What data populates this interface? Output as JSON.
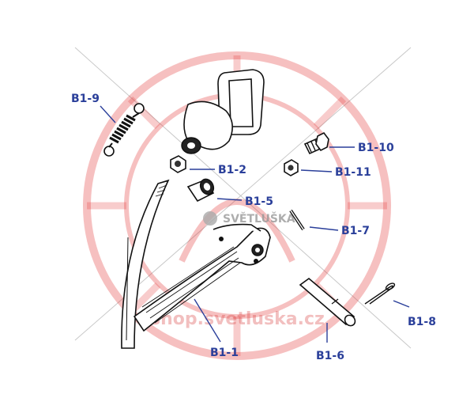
{
  "watermark": {
    "brand": "SVĚTLUŠKA",
    "url": "shop.svetluska.cz",
    "color": "#e43a3a"
  },
  "label_color": "#2a3f9a",
  "parts": {
    "b1_1": "B1-1",
    "b1_2": "B1-2",
    "b1_5": "B1-5",
    "b1_6": "B1-6",
    "b1_7": "B1-7",
    "b1_8": "B1-8",
    "b1_9": "B1-9",
    "b1_10": "B1-10",
    "b1_11": "B1-11"
  }
}
